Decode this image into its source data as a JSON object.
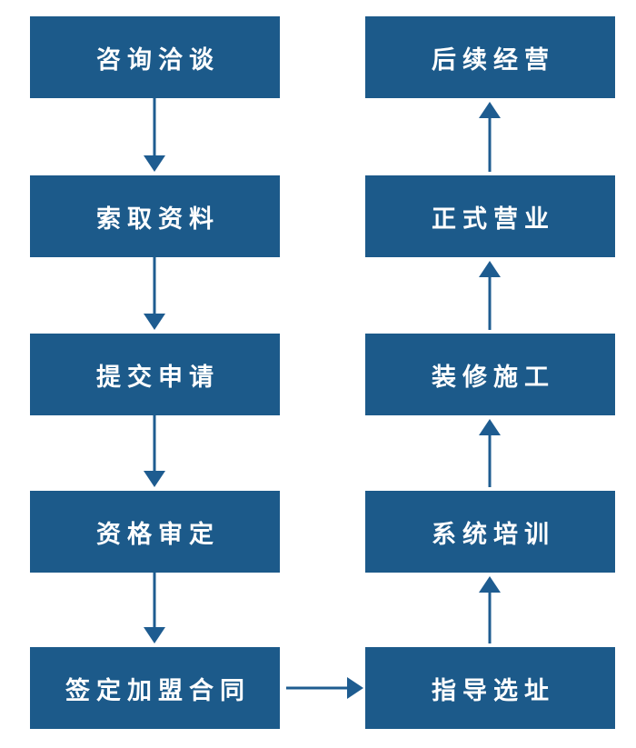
{
  "colors": {
    "node_fill": "#1c5a8a",
    "node_text": "#ffffff",
    "arrow": "#1e5c90",
    "background": "#ffffff"
  },
  "flow": {
    "left_column": [
      "咨询洽谈",
      "索取资料",
      "提交申请",
      "资格审定",
      "签定加盟合同"
    ],
    "right_column": [
      "后续经营",
      "正式营业",
      "装修施工",
      "系统培训",
      "指导选址"
    ],
    "process_order": [
      "咨询洽谈",
      "索取资料",
      "提交申请",
      "资格审定",
      "签定加盟合同",
      "指导选址",
      "系统培训",
      "装修施工",
      "正式营业",
      "后续经营"
    ]
  }
}
